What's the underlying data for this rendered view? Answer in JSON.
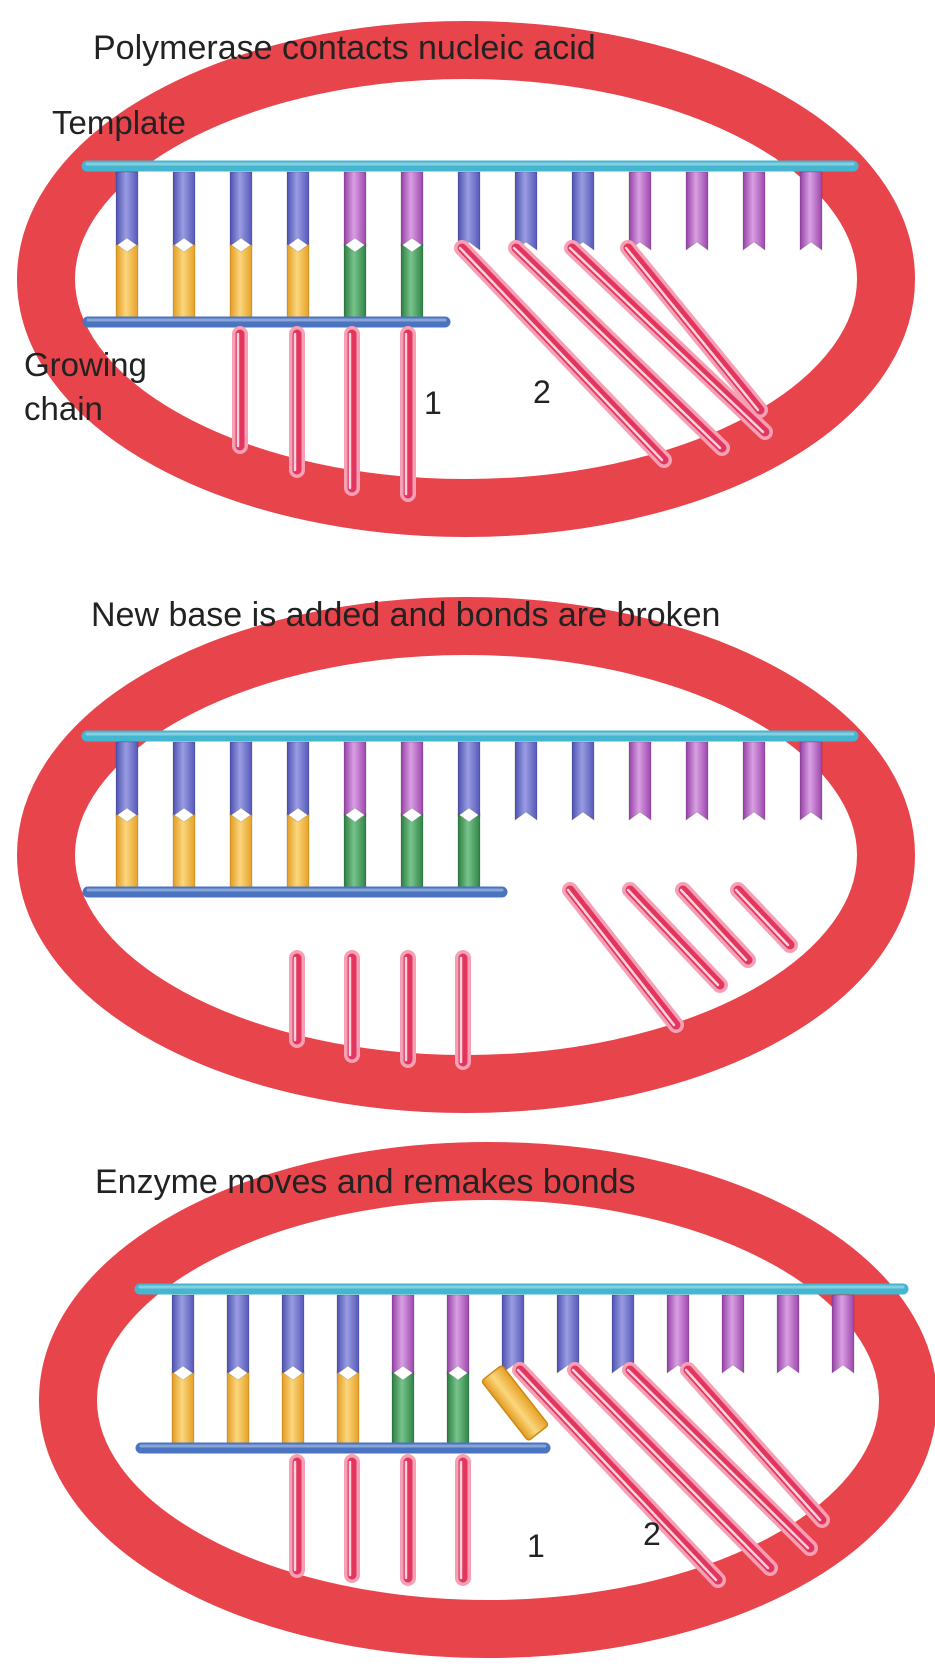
{
  "colors": {
    "enzyme": "#e8444b",
    "template_backbone": "#45b6cf",
    "chain_backbone": "#4a73c0",
    "base_blue": "#6f72c9",
    "base_purple": "#b760c4",
    "base_orange": "#f0b53a",
    "base_green": "#3f9b57",
    "bond_pink": "#e2365f",
    "incoming_base": "#f0b53a"
  },
  "panels": [
    {
      "caption": "Polymerase contacts nucleic acid",
      "template_label": "Template",
      "chain_label": [
        "Growing",
        "chain"
      ],
      "site_labels": [
        "1",
        "2"
      ]
    },
    {
      "caption": "New base is added and bonds are broken"
    },
    {
      "caption": "Enzyme moves and remakes bonds",
      "site_labels": [
        "1",
        "2"
      ]
    }
  ]
}
